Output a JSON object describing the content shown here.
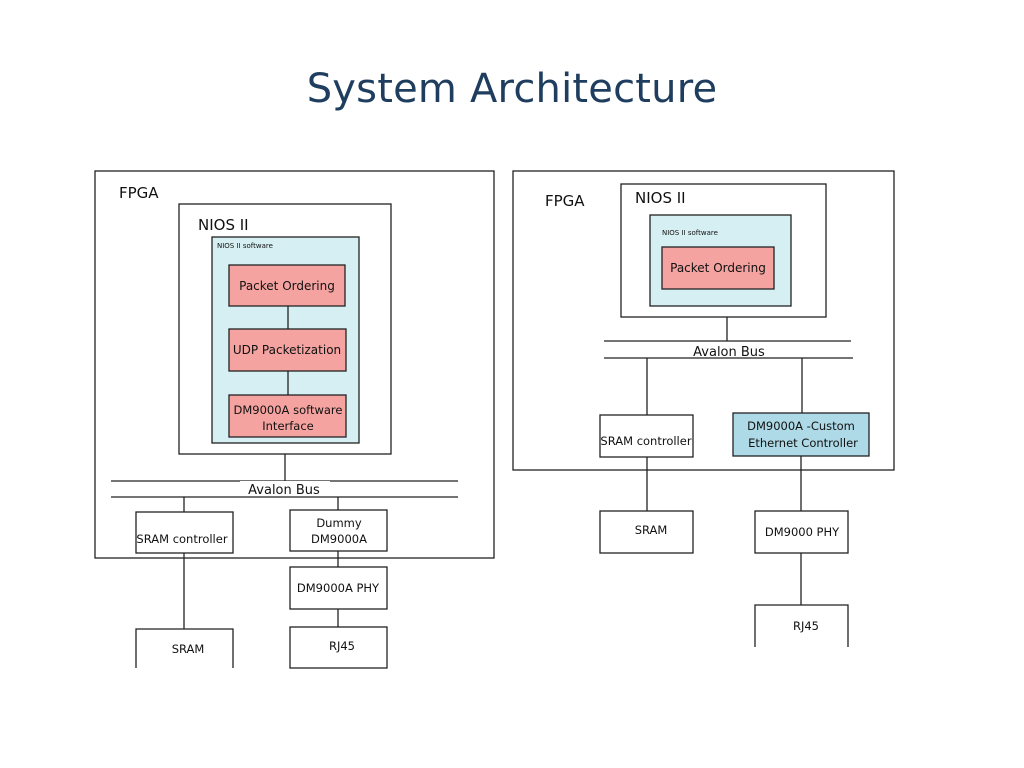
{
  "title": "System Architecture",
  "colors": {
    "title": "#1f3e5f",
    "software_area": "#d6eff2",
    "module_fill": "#f5a3a0",
    "custom_controller_fill": "#aed9e6",
    "line": "#222222"
  },
  "left_diagram": {
    "fpga_label": "FPGA",
    "nios_label": "NIOS II",
    "software_label": "NIOS II software",
    "packet_ordering": "Packet Ordering",
    "udp_packetization": "UDP Packetization",
    "dm9000a_sw_interface_line1": "DM9000A software",
    "dm9000a_sw_interface_line2": "Interface",
    "avalon_bus": "Avalon Bus",
    "sram_controller": "SRAM controller",
    "dummy_line1": "Dummy",
    "dummy_line2": "DM9000A",
    "dm9000a_phy": "DM9000A PHY",
    "rj45": "RJ45",
    "sram": "SRAM"
  },
  "right_diagram": {
    "fpga_label": "FPGA",
    "nios_label": "NIOS II",
    "software_label": "NIOS II software",
    "packet_ordering": "Packet Ordering",
    "avalon_bus": "Avalon Bus",
    "sram_controller": "SRAM controller",
    "custom_line1": "DM9000A -Custom",
    "custom_line2": "Ethernet Controller",
    "sram": "SRAM",
    "dm9000_phy": "DM9000 PHY",
    "rj45": "RJ45"
  }
}
